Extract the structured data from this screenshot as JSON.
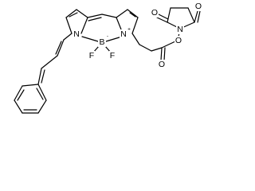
{
  "molecule": {
    "atom_labels": {
      "boron": "B",
      "boron_charge": "-",
      "fluorine_left": "F",
      "fluorine_right": "F",
      "nitrogen_left": "N",
      "nitrogen_right": "N",
      "nitrogen_right_charge": "+",
      "succinimide_nitrogen": "N",
      "ester_oxygen": "O",
      "carbonyl_oxygen": "O",
      "imide_oxygen_top_left": "O",
      "imide_oxygen_top_right": "O"
    },
    "colors": {
      "bonds": "#000000",
      "labels": "#000000",
      "background": "#ffffff"
    }
  }
}
